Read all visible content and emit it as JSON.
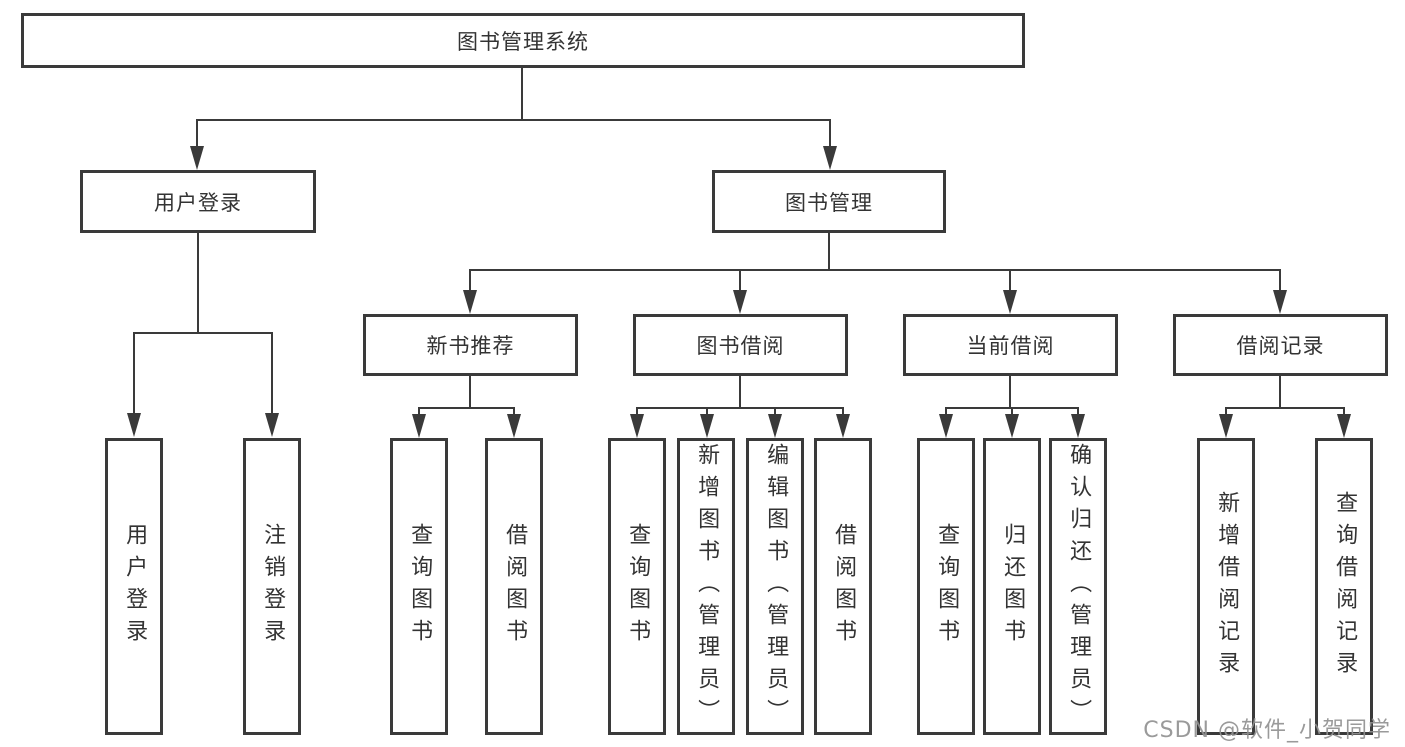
{
  "watermark": {
    "text": "CSDN @软件_小贺同学"
  },
  "colors": {
    "line": "#3a3a3a",
    "box_border": "#3a3a3a",
    "text": "#333333",
    "background": "#ffffff",
    "watermark": "#919191"
  },
  "tree": {
    "root": {
      "label": "图书管理系统",
      "children": [
        {
          "label": "用户登录",
          "children": [
            {
              "label": "用户登录"
            },
            {
              "label": "注销登录"
            }
          ]
        },
        {
          "label": "图书管理",
          "children": [
            {
              "label": "新书推荐",
              "children": [
                {
                  "label": "查询图书"
                },
                {
                  "label": "借阅图书"
                }
              ]
            },
            {
              "label": "图书借阅",
              "children": [
                {
                  "label": "查询图书"
                },
                {
                  "label": "新增图书（管理员）"
                },
                {
                  "label": "编辑图书（管理员）"
                },
                {
                  "label": "借阅图书"
                }
              ]
            },
            {
              "label": "当前借阅",
              "children": [
                {
                  "label": "查询图书"
                },
                {
                  "label": "归还图书"
                },
                {
                  "label": "确认归还（管理员）"
                }
              ]
            },
            {
              "label": "借阅记录",
              "children": [
                {
                  "label": "新增借阅记录"
                },
                {
                  "label": "查询借阅记录"
                }
              ]
            }
          ]
        }
      ]
    }
  }
}
